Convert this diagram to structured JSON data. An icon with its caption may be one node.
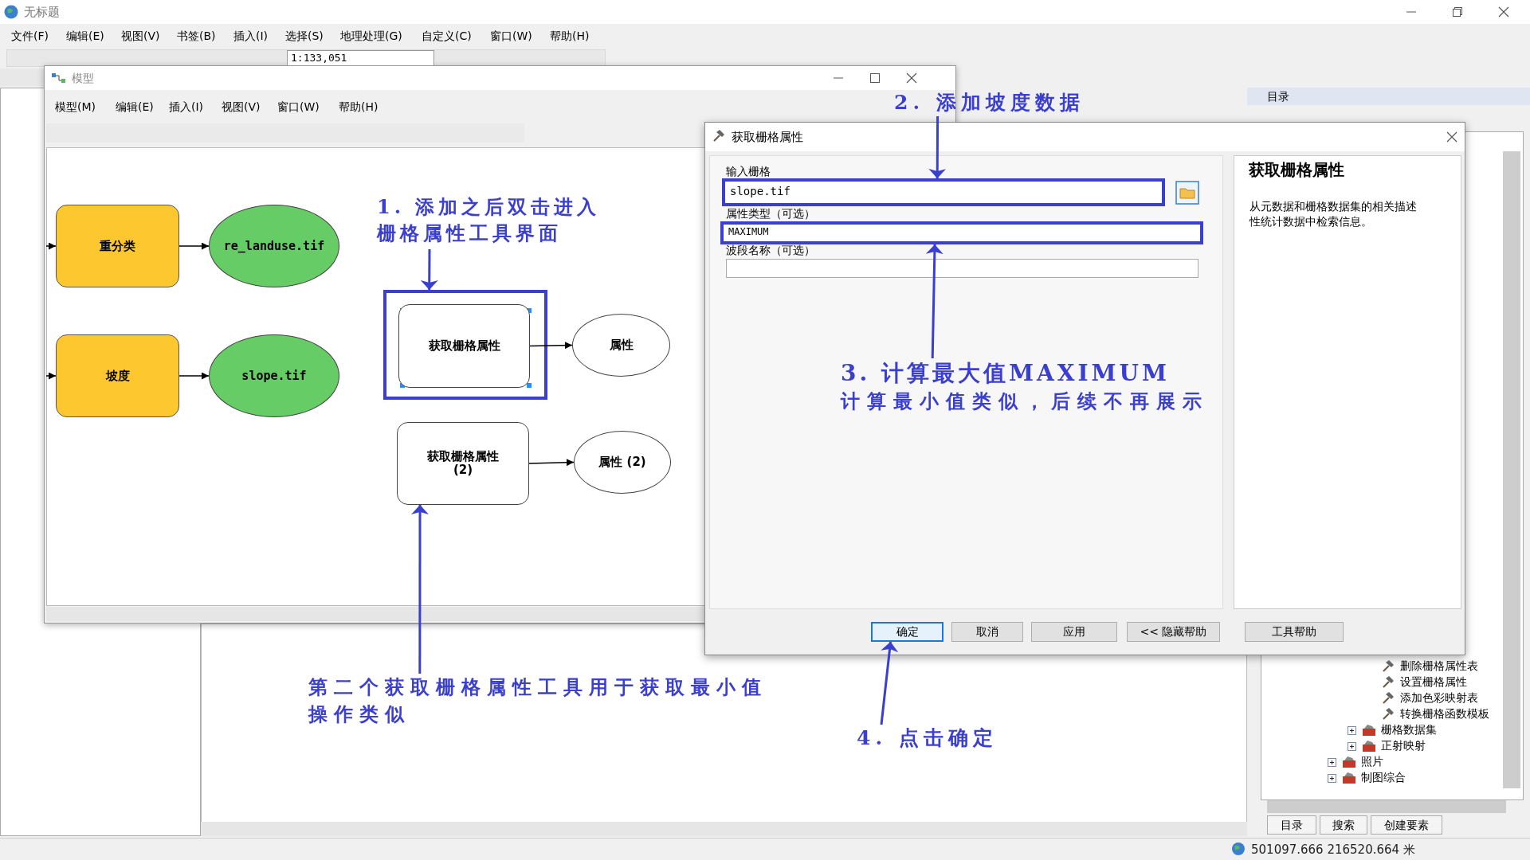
{
  "diagram": {
    "nodes": [
      {
        "text": [
          "重分类"
        ]
      },
      {
        "text": [
          "re_landuse.tif"
        ]
      },
      {
        "text": [
          "坡度"
        ]
      },
      {
        "text": [
          "slope.tif"
        ]
      },
      {
        "text": [],
        "shape": "box"
      },
      {
        "text": [
          "获取栅格属性"
        ],
        "in": 4
      },
      {
        "text": [
          "属性"
        ]
      },
      {
        "text": [
          "获取栅格属性 (2)"
        ]
      },
      {
        "text": [
          "属性 (2)"
        ]
      },
      {
        "text": [
          "slope.tif"
        ],
        "beside": [
          "输入栅格"
        ]
      },
      {
        "text": [
          "MAXIMUM"
        ],
        "beside": [
          "属性类型（可选）"
        ]
      },
      {
        "text": [
          "确定"
        ]
      },
      {
        "text": [
          "1. 添加之后双击进入栅格属性工具界面"
        ]
      },
      {
        "text": [
          "2. 添加坡度数据"
        ]
      },
      {
        "text": [
          "3. 计算最大值MAXIMUM",
          "计算最小值类似，后续不再展示"
        ]
      },
      {
        "text": [
          "4. 点击确定"
        ]
      },
      {
        "text": [
          "第二个获取栅格属性工具用于获取最小值操作类似"
        ]
      }
    ],
    "edges": [
      {
        "from": null,
        "to": 0,
        "arrow": "to"
      },
      {
        "from": 0,
        "to": 1,
        "arrow": "to"
      },
      {
        "from": null,
        "to": 2,
        "arrow": "to"
      },
      {
        "from": 2,
        "to": 3,
        "arrow": "to"
      },
      {
        "from": 5,
        "to": 6,
        "arrow": "to"
      },
      {
        "from": 7,
        "to": 8,
        "arrow": "to"
      },
      {
        "from": 12,
        "to": 4,
        "arrow": "to",
        "color": "#3b3fd0"
      },
      {
        "from": 13,
        "to": 9,
        "arrow": "to",
        "color": "#3b3fd0"
      },
      {
        "from": 14,
        "to": 10,
        "arrow": "to",
        "color": "#3b3fd0"
      },
      {
        "from": 15,
        "to": 11,
        "arrow": "to",
        "color": "#3b3fd0"
      },
      {
        "from": 16,
        "to": 7,
        "arrow": "to",
        "color": "#3b3fd0"
      }
    ],
    "labels": [
      "无标题",
      "文件(F)",
      "编辑(E)",
      "视图(V)",
      "书签(B)",
      "插入(I)",
      "选择(S)",
      "地理处理(G)",
      "自定义(C)",
      "窗口(W)",
      "帮助(H)",
      "1:133,051",
      "模型",
      "模型(M)",
      "编辑(E)",
      "插入(I)",
      "视图(V)",
      "窗口(W)",
      "帮助(H)",
      "获取栅格属性",
      "目录",
      "波段名称（可选）",
      "获取栅格属性",
      "从元数据和栅格数据集的相关描述性统计数据中检索信息。",
      "取消",
      "应用",
      "<< 隐藏帮助",
      "工具帮助",
      "删除栅格属性表",
      "设置栅格属性",
      "添加色彩映射表",
      "转换栅格函数模板",
      "栅格数据集",
      "正射映射",
      "照片",
      "制图综合",
      "目录",
      "搜索",
      "创建要素",
      "501097.666  216520.664 米"
    ]
  }
}
